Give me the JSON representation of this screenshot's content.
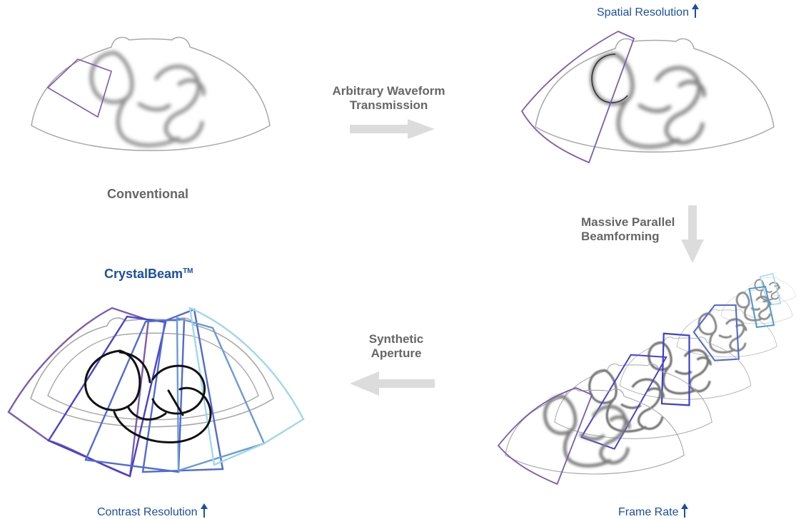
{
  "labels": {
    "conventional": "Conventional",
    "arbitrary_waveform": "Arbitrary Waveform Transmission",
    "spatial_resolution": "Spatial Resolution",
    "massive_parallel": "Massive Parallel Beamforming",
    "frame_rate": "Frame Rate",
    "synthetic_aperture": "Synthetic Aperture",
    "crystalbeam": "CrystalBeam",
    "crystalbeam_tm": "TM",
    "contrast_resolution": "Contrast Resolution"
  },
  "colors": {
    "text_gray": "#666666",
    "brand_blue": "#1c4e9e",
    "arrow_gray": "#dcdcdc",
    "sector_outline": "#a8a8a8",
    "beam_purple": "#7a5cb0",
    "beam_indigo": "#4a3fd0",
    "beam_blue": "#4f6ad6",
    "beam_light": "#9fd8ea"
  },
  "icons": [
    "right-arrow-icon",
    "down-arrow-icon",
    "left-arrow-icon",
    "up-arrow-icon"
  ]
}
